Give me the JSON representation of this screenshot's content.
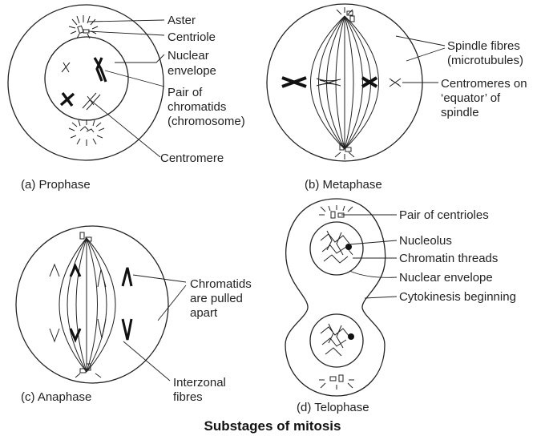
{
  "title": "Substages of mitosis",
  "panels": {
    "prophase": {
      "caption": "(a) Prophase",
      "labels": {
        "aster": "Aster",
        "centriole": "Centriole",
        "nuclear_envelope_1": "Nuclear",
        "nuclear_envelope_2": "envelope",
        "chromatids_1": "Pair of",
        "chromatids_2": "chromatids",
        "chromatids_3": "(chromosome)",
        "centromere": "Centromere"
      }
    },
    "metaphase": {
      "caption": "(b) Metaphase",
      "labels": {
        "spindle_1": "Spindle fibres",
        "spindle_2": "(microtubules)",
        "centromeres_1": "Centromeres on",
        "centromeres_2": "‘equator’ of",
        "centromeres_3": "spindle"
      }
    },
    "anaphase": {
      "caption": "(c) Anaphase",
      "labels": {
        "chromatids_1": "Chromatids",
        "chromatids_2": "are pulled",
        "chromatids_3": "apart",
        "interzonal_1": "Interzonal",
        "interzonal_2": "fibres"
      }
    },
    "telophase": {
      "caption": "(d) Telophase",
      "labels": {
        "centrioles": "Pair of centrioles",
        "nucleolus": "Nucleolus",
        "chromatin": "Chromatin threads",
        "envelope": "Nuclear envelope",
        "cytokinesis": "Cytokinesis beginning"
      }
    }
  }
}
